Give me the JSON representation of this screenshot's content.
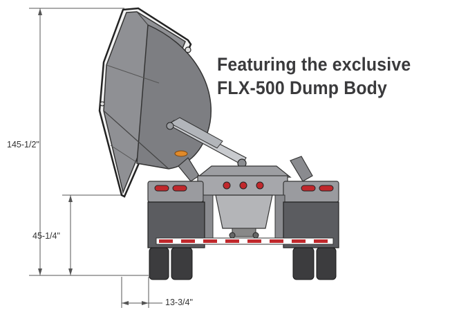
{
  "headline": {
    "line1": "Featuring the exclusive",
    "line2": "FLX-500 Dump Body"
  },
  "dimensions": {
    "overall_height": "145-1/2\"",
    "lower_height": "45-1/4\"",
    "overhang": "13-3/4\""
  },
  "colors": {
    "body_gray": "#8f9094",
    "tire_dark": "#3c3c3e",
    "light_red": "#c0282c",
    "cylinder_amber": "#e08a2a"
  }
}
